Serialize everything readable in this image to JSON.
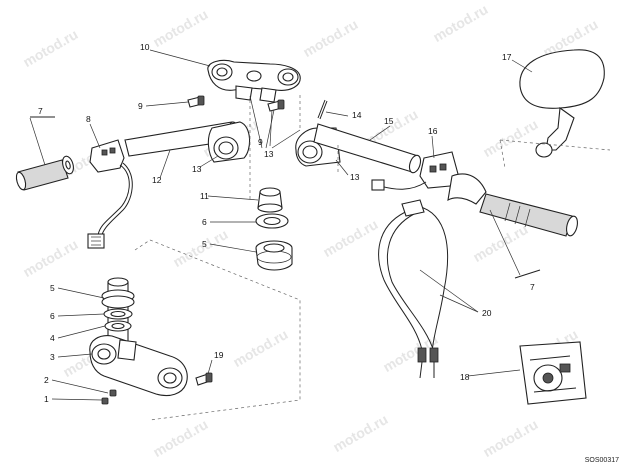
{
  "watermark": "motod.ru",
  "drawing_code": "SOS00317",
  "callouts": [
    "1",
    "2",
    "3",
    "4",
    "5",
    "5",
    "6",
    "6",
    "7",
    "7",
    "8",
    "9",
    "9",
    "10",
    "11",
    "12",
    "13",
    "13",
    "13",
    "14",
    "15",
    "16",
    "17",
    "18",
    "19",
    "20"
  ]
}
